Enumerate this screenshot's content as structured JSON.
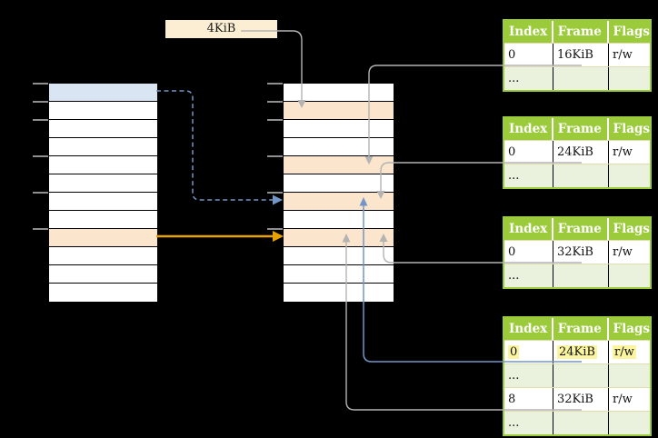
{
  "colors": {
    "bg": "#000000",
    "table-green": "#9bcb3b",
    "row-green": "#eaf1dc",
    "row-orange": "#fce5cd",
    "row-blue": "#d9e5f3",
    "label-cream": "#fceed3",
    "highlight-yellow": "#fbf5a0",
    "arrow-gray": "#b3b3b3",
    "arrow-blue": "#7495c7",
    "arrow-orange": "#e8a200"
  },
  "size_label": {
    "text": "4KiB"
  },
  "memory_tables": [
    {
      "id": "virtual-memory",
      "rows": [
        "blue",
        "white",
        "white",
        "white",
        "white",
        "white",
        "white",
        "white",
        "orange",
        "white",
        "white",
        "white"
      ]
    },
    {
      "id": "physical-memory",
      "rows": [
        "white",
        "orange",
        "white",
        "white",
        "orange",
        "white",
        "orange",
        "white",
        "orange",
        "white",
        "white",
        "white"
      ]
    }
  ],
  "ticks": [
    0,
    1,
    2,
    4,
    6,
    8
  ],
  "page_tables": [
    {
      "id": "page-table-16kib",
      "headers": [
        "Index",
        "Frame",
        "Flags"
      ],
      "rows": [
        {
          "cells": [
            "0",
            "16KiB",
            "r/w"
          ],
          "shaded": false,
          "highlight": false
        },
        {
          "cells": [
            "...",
            "",
            ""
          ],
          "shaded": true,
          "highlight": false
        }
      ]
    },
    {
      "id": "page-table-24kib",
      "headers": [
        "Index",
        "Frame",
        "Flags"
      ],
      "rows": [
        {
          "cells": [
            "0",
            "24KiB",
            "r/w"
          ],
          "shaded": false,
          "highlight": false
        },
        {
          "cells": [
            "...",
            "",
            ""
          ],
          "shaded": true,
          "highlight": false
        }
      ]
    },
    {
      "id": "page-table-32kib",
      "headers": [
        "Index",
        "Frame",
        "Flags"
      ],
      "rows": [
        {
          "cells": [
            "0",
            "32KiB",
            "r/w"
          ],
          "shaded": false,
          "highlight": false
        },
        {
          "cells": [
            "...",
            "",
            ""
          ],
          "shaded": true,
          "highlight": false
        }
      ]
    },
    {
      "id": "level-2-page-table",
      "headers": [
        "Index",
        "Frame",
        "Flags"
      ],
      "rows": [
        {
          "cells": [
            "0",
            "24KiB",
            "r/w"
          ],
          "shaded": false,
          "highlight": true
        },
        {
          "cells": [
            "...",
            "",
            ""
          ],
          "shaded": true,
          "highlight": false
        },
        {
          "cells": [
            "8",
            "32KiB",
            "r/w"
          ],
          "shaded": false,
          "highlight": false
        },
        {
          "cells": [
            "...",
            "",
            ""
          ],
          "shaded": true,
          "highlight": false
        }
      ]
    }
  ]
}
